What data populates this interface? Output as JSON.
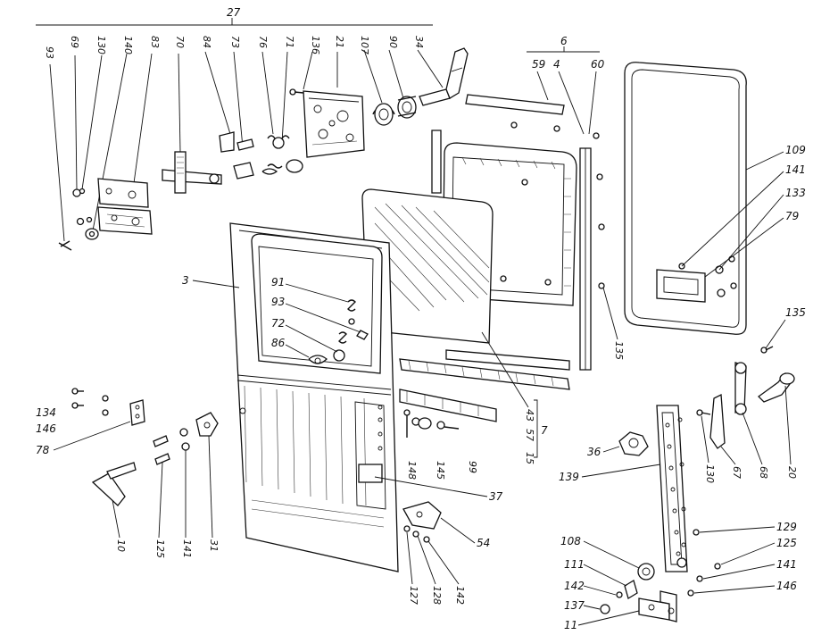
{
  "diagram": {
    "labels": {
      "top_group": "27",
      "vertical_callouts": [
        "93",
        "69",
        "130",
        "140",
        "83",
        "70",
        "84",
        "73",
        "76",
        "71",
        "136",
        "21",
        "107",
        "90",
        "34"
      ],
      "group_6": "6",
      "c59": "59",
      "c4": "4",
      "c60": "60",
      "c3": "3",
      "c91": "91",
      "c93b": "93",
      "c72": "72",
      "c86": "86",
      "c109": "109",
      "c141": "141",
      "c133": "133",
      "c79": "79",
      "c135": "135",
      "c135b": "135",
      "c134": "134",
      "c146": "146",
      "c78": "78",
      "c36": "36",
      "c139": "139",
      "c43": "43",
      "c57": "57",
      "c15": "15",
      "c7": "7",
      "c148": "148",
      "c145": "145",
      "c99": "99",
      "c37": "37",
      "c130b": "130",
      "c67": "67",
      "c68": "68",
      "c20": "20",
      "c10": "10",
      "c125": "125",
      "c141b": "141",
      "c31": "31",
      "c54": "54",
      "c127": "127",
      "c128": "128",
      "c142": "142",
      "c129": "129",
      "c108": "108",
      "c125b": "125",
      "c111": "111",
      "c141c": "141",
      "c142b": "142",
      "c146b": "146",
      "c137": "137",
      "c11": "11"
    }
  }
}
